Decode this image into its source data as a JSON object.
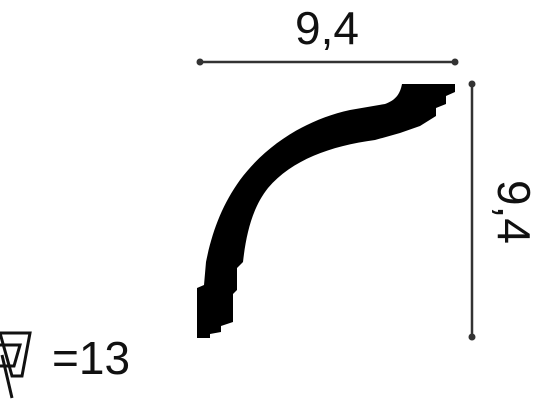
{
  "diagram": {
    "dimension_width": "9,4",
    "dimension_height": "9,4",
    "count_label": "=13",
    "colors": {
      "profile": "#000000",
      "dimension_line": "#333333",
      "text": "#111111"
    }
  }
}
